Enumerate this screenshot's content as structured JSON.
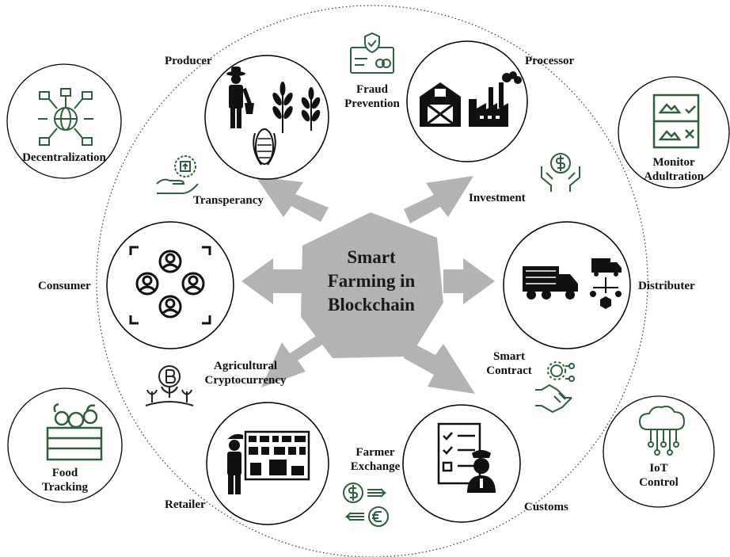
{
  "center": {
    "line1": "Smart",
    "line2": "Farming in",
    "line3": "Blockchain"
  },
  "nodes": {
    "producer": "Producer",
    "processor": "Processor",
    "distributer": "Distributer",
    "customs": "Customs",
    "retailer": "Retailer",
    "consumer": "Consumer"
  },
  "features": {
    "fraud_line1": "Fraud",
    "fraud_line2": "Prevention",
    "transparency": "Transperancy",
    "investment": "Investment",
    "smart_contract_line1": "Smart",
    "smart_contract_line2": "Contract",
    "agri_crypto_line1": "Agricultural",
    "agri_crypto_line2": "Cryptocurrency",
    "farmer_exchange_line1": "Farmer",
    "farmer_exchange_line2": "Exchange"
  },
  "outer": {
    "decentralization": "Decentralization",
    "monitor_line1": "Monitor",
    "monitor_line2": "Adultration",
    "food_line1": "Food",
    "food_line2": "Tracking",
    "iot_line1": "IoT",
    "iot_line2": "Control"
  },
  "colors": {
    "arrow": "#b3b3b3",
    "hub": "#b3b3b3",
    "icon_green": "#2e5e3b",
    "icon_dark": "#111111",
    "circle_stroke": "#000000"
  }
}
